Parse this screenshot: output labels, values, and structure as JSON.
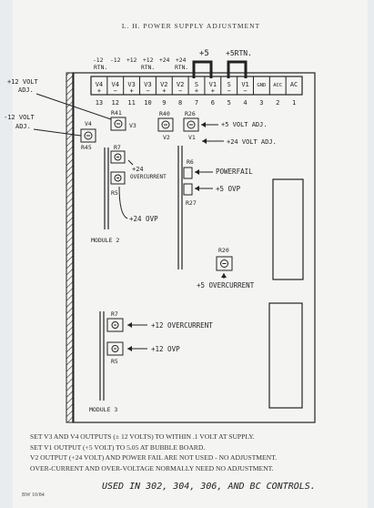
{
  "title": "L. H. POWER SUPPLY ADJUSTMENT",
  "terminals": [
    {
      "label": "V4",
      "sign": "+",
      "number": "13"
    },
    {
      "label": "V4",
      "sign": "−",
      "number": "12"
    },
    {
      "label": "V3",
      "sign": "+",
      "number": "11"
    },
    {
      "label": "V3",
      "sign": "−",
      "number": "10"
    },
    {
      "label": "V2",
      "sign": "+",
      "number": "9"
    },
    {
      "label": "V2",
      "sign": "−",
      "number": "8"
    },
    {
      "label": "S",
      "sign": "+",
      "number": "7"
    },
    {
      "label": "V1",
      "sign": "+",
      "number": "6"
    },
    {
      "label": "S",
      "sign": "−",
      "number": "5"
    },
    {
      "label": "V1",
      "sign": "−",
      "number": "4"
    },
    {
      "label": "GND",
      "sign": "",
      "number": "3"
    },
    {
      "label": "ACC",
      "sign": "",
      "number": "2"
    },
    {
      "label": "AC",
      "sign": "",
      "number": "1"
    }
  ],
  "terminal_top_labels": [
    "-12",
    "-12",
    "+12",
    "+12",
    "+24",
    "+24"
  ],
  "terminal_rtn_labels": [
    "RTN.",
    "RTN.",
    "RTN."
  ],
  "plus5_label": "+5",
  "plus5_rtn_label": "+5RTN.",
  "callouts": {
    "plus12_volt_adj_line1": "+12 VOLT",
    "plus12_volt_adj_line2": "ADJ.",
    "minus12_volt_adj_line1": "-12 VOLT",
    "minus12_volt_adj_line2": "ADJ.",
    "plus5_volt_adj": "+5 VOLT ADJ.",
    "plus24_volt_adj": "+24 VOLT ADJ.",
    "powerfail": "POWERFAIL",
    "plus5_ovp": "+5 OVP",
    "plus24_overcurrent_line1": "+24",
    "plus24_overcurrent_line2": "OVERCURRENT",
    "plus24_ovp": "+24 OVP",
    "plus5_overcurrent": "+5 OVERCURRENT",
    "plus12_overcurrent": "+12 OVERCURRENT",
    "plus12_ovp": "+12 OVP"
  },
  "components": {
    "R41": "R41",
    "V3": "V3",
    "V4": "V4",
    "R45": "R45",
    "R40": "R40",
    "R26": "R26",
    "V2": "V2",
    "V1": "V1",
    "R7_top": "R7",
    "R5_top": "R5",
    "R6": "R6",
    "R27": "R27",
    "R20": "R20",
    "R7_bottom": "R7",
    "R5_bottom": "R5"
  },
  "modules": {
    "module2": "MODULE 2",
    "module3": "MODULE 3"
  },
  "notes": [
    "SET V3 AND V4 OUTPUTS (± 12 VOLTS) TO WITHIN .1 VOLT AT SUPPLY.",
    "SET V1 OUTPUT (+5 VOLT) TO 5.05 AT BUBBLE BOARD.",
    "V2 OUTPUT (+24 VOLT) AND POWER FAIL ARE NOT USED - NO ADJUSTMENT.",
    "OVER-CURRENT AND OVER-VOLTAGE NORMALLY NEED NO ADJUSTMENT."
  ],
  "used_in": "USED IN 302, 304, 306, AND BC CONTROLS.",
  "initials": "BW 10/84",
  "colors": {
    "paper": "#f4f5f3",
    "ink": "#222222",
    "background": "#e9ecef"
  }
}
